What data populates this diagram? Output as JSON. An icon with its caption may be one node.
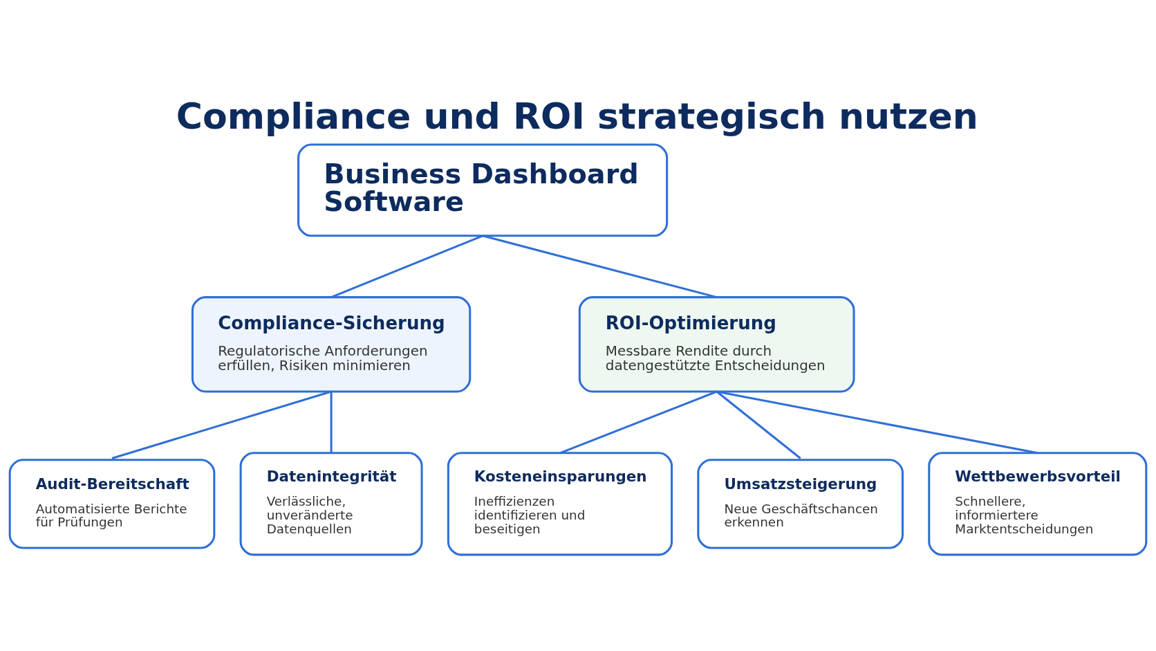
{
  "diagram": {
    "title": "Compliance und ROI strategisch nutzen",
    "nodes": [
      {
        "text": [
          "Business Dashboard Software"
        ]
      },
      {
        "text": [
          "Compliance-Sicherung",
          "Regulatorische Anforderungen erfüllen, Risiken minimieren"
        ]
      },
      {
        "text": [
          "ROI-Optimierung",
          "Messbare Rendite durch datengestützte Entscheidungen"
        ]
      },
      {
        "text": [
          "Audit-Bereitschaft",
          "Automatisierte Berichte für Prüfungen"
        ]
      },
      {
        "text": [
          "Datenintegrität",
          "Verlässliche, unveränderte Datenquellen"
        ]
      },
      {
        "text": [
          "Kosteneinsparungen",
          "Ineffizienzen identifizieren und beseitigen"
        ]
      },
      {
        "text": [
          "Umsatzsteigerung",
          "Neue Geschäftschancen erkennen"
        ]
      },
      {
        "text": [
          "Wettbewerbsvorteil",
          "Schnellere, informiertere Marktentscheidungen"
        ]
      }
    ],
    "edges": [
      {
        "from": 0,
        "to": 1,
        "arrow": "none"
      },
      {
        "from": 0,
        "to": 2,
        "arrow": "none"
      },
      {
        "from": 1,
        "to": 3,
        "arrow": "none"
      },
      {
        "from": 1,
        "to": 4,
        "arrow": "none"
      },
      {
        "from": 2,
        "to": 5,
        "arrow": "none"
      },
      {
        "from": 2,
        "to": 6,
        "arrow": "none"
      },
      {
        "from": 2,
        "to": 7,
        "arrow": "none"
      }
    ]
  }
}
